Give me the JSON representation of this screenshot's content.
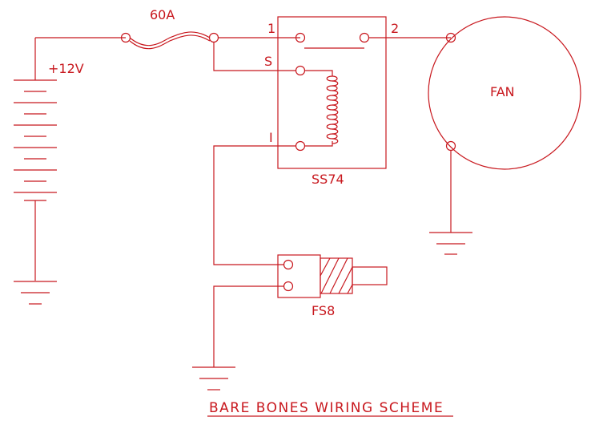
{
  "diagram": {
    "title": "BARE BONES WIRING SCHEME",
    "battery_label": "+12V",
    "fuse_label": "60A",
    "relay_label": "SS74",
    "relay_pin_1": "1",
    "relay_pin_2": "2",
    "relay_pin_s": "S",
    "relay_pin_i": "I",
    "fan_label": "FAN",
    "switch_label": "FS8",
    "color": "#c8181e"
  }
}
